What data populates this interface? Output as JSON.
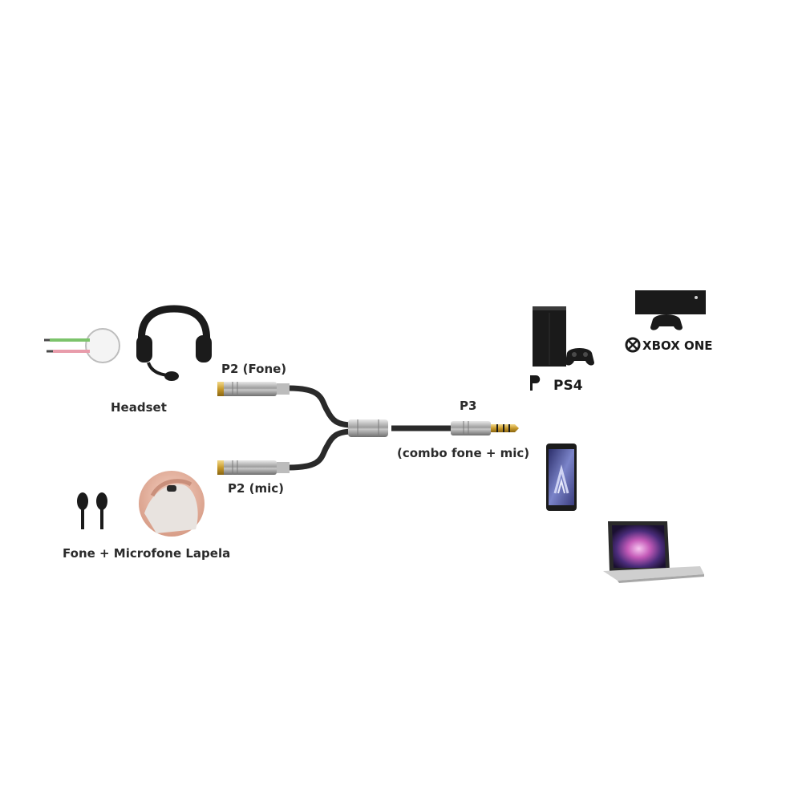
{
  "labels": {
    "headset": "Headset",
    "earphone_lapel": "Fone + Microfone Lapela",
    "p2_fone": "P2 (Fone)",
    "p2_mic": "P2 (mic)",
    "p3": "P3",
    "p3_desc": "(combo fone + mic)"
  },
  "brands": {
    "ps4": "PS4",
    "xbox": "XBOX ONE"
  },
  "colors": {
    "cable": "#2a2a2a",
    "connector_silver": "#b9b9b9",
    "gold": "#d8b24a",
    "jack_green": "#7cc36b",
    "jack_pink": "#e89cab",
    "console_black": "#1a1a1a",
    "phone_screen": "#5a5fa8"
  }
}
